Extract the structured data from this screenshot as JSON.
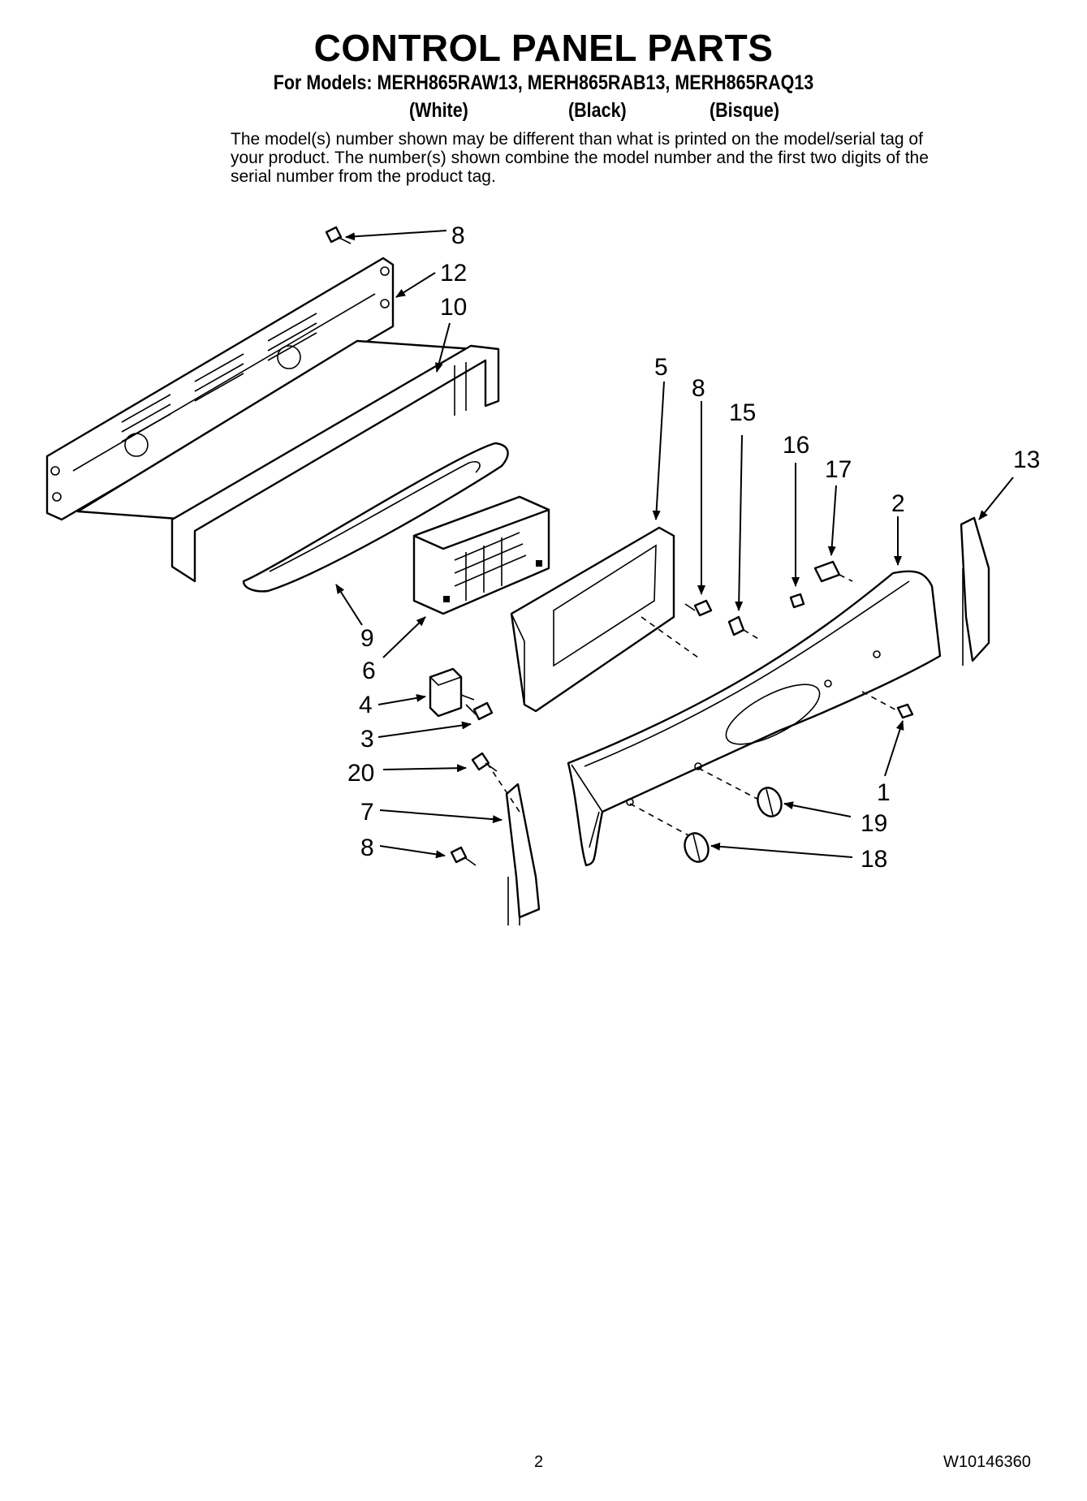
{
  "header": {
    "title": "CONTROL PANEL PARTS",
    "models_line": "For Models: MERH865RAW13, MERH865RAB13, MERH865RAQ13",
    "color_white": "(White)",
    "color_black": "(Black)",
    "color_bisque": "(Bisque)",
    "note": "The model(s) number shown may be different than what is printed on the model/serial tag of your product. The number(s) shown combine the model number and the first two digits of the serial number from the product tag."
  },
  "callouts": {
    "c8_top": "8",
    "c12": "12",
    "c10": "10",
    "c5": "5",
    "c8_mid": "8",
    "c15": "15",
    "c16": "16",
    "c17": "17",
    "c13": "13",
    "c2": "2",
    "c9": "9",
    "c6": "6",
    "c4": "4",
    "c3": "3",
    "c20": "20",
    "c7": "7",
    "c8_bottom": "8",
    "c1": "1",
    "c19": "19",
    "c18": "18"
  },
  "footer": {
    "page_number": "2",
    "doc_id": "W10146360"
  }
}
